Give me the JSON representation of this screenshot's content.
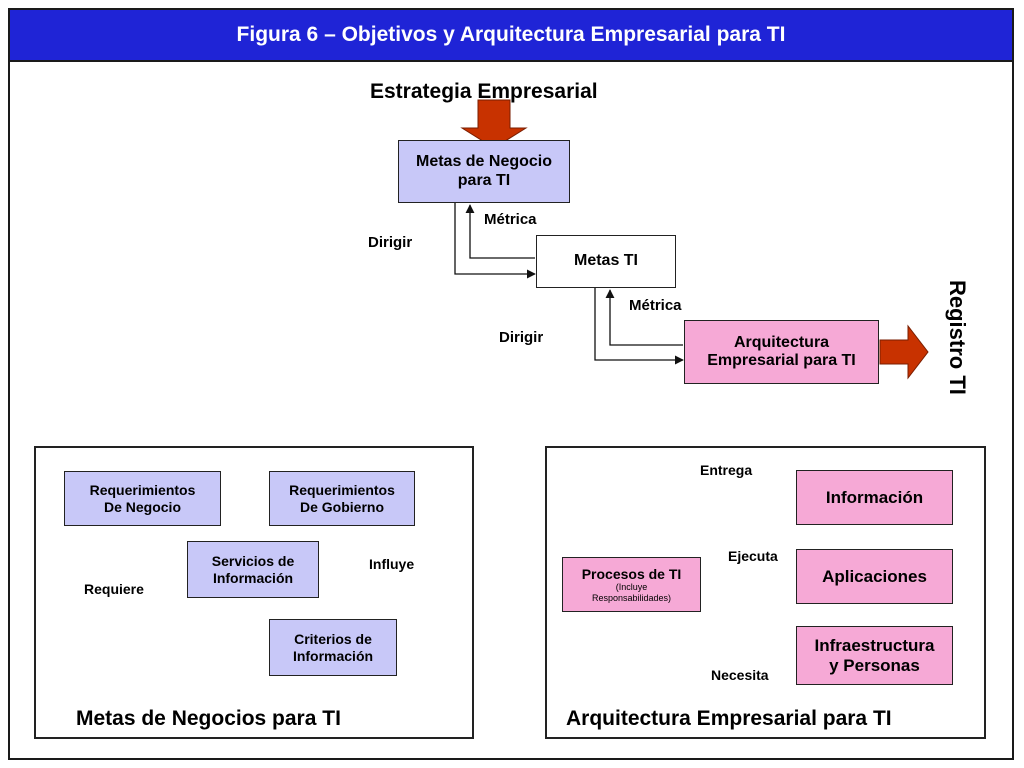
{
  "header": {
    "title": "Figura 6 – Objetivos y Arquitectura Empresarial para TI"
  },
  "top": {
    "strategy_label": "Estrategia Empresarial",
    "business_goals": [
      "Metas de Negocio",
      "para TI"
    ],
    "metric_1": "Métrica",
    "direct_1": "Dirigir",
    "it_goals": "Metas TI",
    "metric_2": "Métrica",
    "direct_2": "Dirigir",
    "enterprise_arch": [
      "Arquitectura",
      "Empresarial para TI"
    ],
    "it_register": "Registro TI"
  },
  "left_panel": {
    "title": "Metas de Negocios para TI",
    "business_req": [
      "Requerimientos",
      "De Negocio"
    ],
    "governance_req": [
      "Requerimientos",
      "De Gobierno"
    ],
    "info_services": [
      "Servicios de",
      "Información"
    ],
    "info_criteria": [
      "Criterios de",
      "Información"
    ],
    "requires": "Requiere",
    "influences": "Influye"
  },
  "right_panel": {
    "title": "Arquitectura Empresarial para TI",
    "it_processes": "Procesos de TI",
    "it_processes_note": [
      "(Incluye",
      "Responsabilidades)"
    ],
    "delivers": "Entrega",
    "executes": "Ejecuta",
    "needs": "Necesita",
    "information": "Información",
    "applications": "Aplicaciones",
    "infrastructure": [
      "Infraestructura",
      "y Personas"
    ]
  },
  "colors": {
    "title_bar": "#1f24d6",
    "lavender": "#c8c8f8",
    "pink": "#f6a9d6",
    "arrow_red": "#c83200"
  }
}
